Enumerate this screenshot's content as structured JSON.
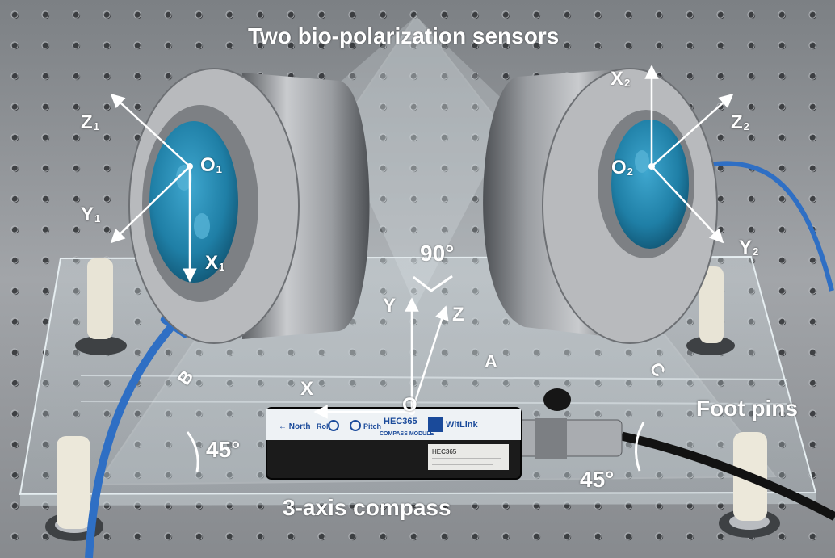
{
  "labels": {
    "title": "Two bio-polarization sensors",
    "compass": "3-axis compass",
    "foot_pins": "Foot pins",
    "angle_top": "90°",
    "angle_left": "45°",
    "angle_right": "45°",
    "plate_a": "A",
    "plate_b": "B",
    "plate_c": "C"
  },
  "axes": {
    "origin": "O",
    "x": "X",
    "y": "Y",
    "z": "Z",
    "sensor1": {
      "origin": "O",
      "x": "X",
      "y": "Y",
      "z": "Z",
      "index": "1"
    },
    "sensor2": {
      "origin": "O",
      "x": "X",
      "y": "Y",
      "z": "Z",
      "index": "2"
    }
  },
  "compass_module": {
    "model": "HEC365",
    "subtitle": "COMPASS MODULE",
    "north": "North",
    "roll": "Roll",
    "pitch": "Pitch",
    "brand": "WitLink",
    "model_small": "HEC365"
  },
  "colors": {
    "table": "#8f9296",
    "annotation": "#ffffff",
    "sensor_lens": "#1f7fa6",
    "cable": "#2f6fc4",
    "compass_body": "#1b1b1b"
  }
}
